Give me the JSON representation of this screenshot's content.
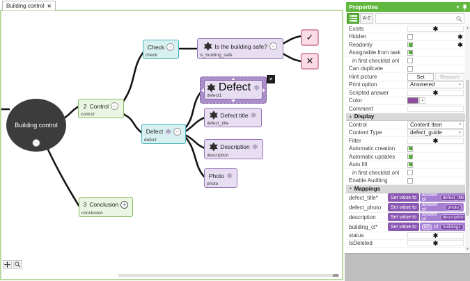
{
  "icons": {
    "collapse": "−",
    "expand": "+",
    "close": "✕",
    "check": "✓",
    "cross": "✕",
    "dd": "▾",
    "up": "▴",
    "down": "▾",
    "menu": "▾",
    "sect": "▴"
  },
  "colors": {
    "accent_green": "#61b83f",
    "canvas_border": "#b9d9a1",
    "node_green": "#85bb66",
    "node_cyan": "#45b3b8",
    "node_purple": "#9673b6",
    "node_pink": "#d794aa",
    "mapping_purple": "#8a58b3",
    "color_value": "#8e4da0"
  },
  "tab": {
    "title": "Building control"
  },
  "canvas": {
    "root": {
      "label": "Building control"
    },
    "control": {
      "num": "2",
      "label": "Control",
      "sub": "control"
    },
    "check": {
      "label": "Check",
      "sub": "check"
    },
    "safe": {
      "label": "Is the building safe?",
      "sub": "is_building_safe"
    },
    "defect1": {
      "label": "Defect",
      "sub": "defect1"
    },
    "defect": {
      "label": "Defect",
      "sub": "defect"
    },
    "defect_title": {
      "label": "Defect title",
      "sub": "defect_title"
    },
    "description": {
      "label": "Description",
      "sub": "description"
    },
    "photo": {
      "label": "Photo",
      "sub": "photo"
    },
    "conclusion": {
      "num": "3",
      "label": "Conclusion",
      "sub": "conclusion"
    }
  },
  "properties": {
    "title": "Properties",
    "toolbar": {
      "az": "A-Z",
      "search_placeholder": ""
    },
    "general": {
      "exists": "Exists",
      "hidden": "Hidden",
      "readonly": "Readonly",
      "assignable": "Assignable from task",
      "first_checklist": "in first checklist onl",
      "can_duplicate": "Can duplicate",
      "hint_picture": "Hint picture",
      "set": "Set",
      "remove": "Remove",
      "print_option": "Print option",
      "print_value": "Answered",
      "scripted_answer": "Scripted answer",
      "color": "Color",
      "comment": "Comment"
    },
    "display": {
      "header": "Display",
      "control": "Control",
      "control_value": "Content Item",
      "content_type": "Content Type",
      "content_type_value": "defect_guide",
      "filter": "Filter",
      "auto_creation": "Automatic creation",
      "auto_updates": "Automatic updates",
      "auto_fill": "Auto fill",
      "first_checklist": "in first checklist onl",
      "enable_auditing": "Enable Auditing"
    },
    "mappings": {
      "header": "Mappings",
      "set_value_to": "Set value to",
      "answer_of": "answer of",
      "of": "of",
      "rows": {
        "defect_title": {
          "label": "defect_title*",
          "chip": "defect_title"
        },
        "defect_photo": {
          "label": "defect_photo",
          "chip": "photo"
        },
        "description": {
          "label": "description",
          "chip": "description"
        },
        "building_ct": {
          "label": "building_ct*",
          "chip1": "id",
          "chip2": "building1"
        },
        "status": {
          "label": "status"
        },
        "isdeleted": {
          "label": "IsDeleted"
        }
      }
    }
  }
}
